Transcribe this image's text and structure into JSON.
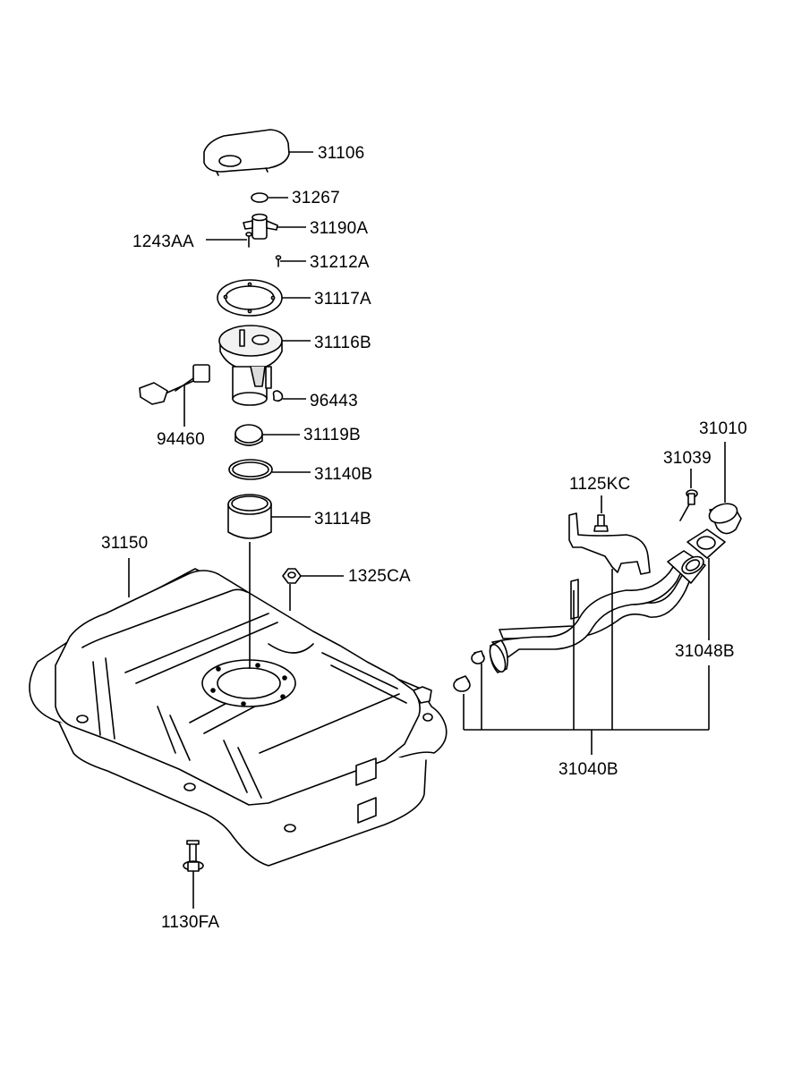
{
  "diagram": {
    "parts": [
      {
        "id": "p31106",
        "number": "31106"
      },
      {
        "id": "p31267",
        "number": "31267"
      },
      {
        "id": "p31190A",
        "number": "31190A"
      },
      {
        "id": "p1243AA",
        "number": "1243AA"
      },
      {
        "id": "p31212A",
        "number": "31212A"
      },
      {
        "id": "p31117A",
        "number": "31117A"
      },
      {
        "id": "p31116B",
        "number": "31116B"
      },
      {
        "id": "p96443",
        "number": "96443"
      },
      {
        "id": "p94460",
        "number": "94460"
      },
      {
        "id": "p31119B",
        "number": "31119B"
      },
      {
        "id": "p31140B",
        "number": "31140B"
      },
      {
        "id": "p31114B",
        "number": "31114B"
      },
      {
        "id": "p31150",
        "number": "31150"
      },
      {
        "id": "p1325CA",
        "number": "1325CA"
      },
      {
        "id": "p1130FA",
        "number": "1130FA"
      },
      {
        "id": "p1125KC",
        "number": "1125KC"
      },
      {
        "id": "p31039",
        "number": "31039"
      },
      {
        "id": "p31010",
        "number": "31010"
      },
      {
        "id": "p31048B",
        "number": "31048B"
      },
      {
        "id": "p31040B",
        "number": "31040B"
      }
    ]
  },
  "colors": {
    "line": "#000000",
    "fill": "#ffffff",
    "shade": "#e6e6e6"
  }
}
